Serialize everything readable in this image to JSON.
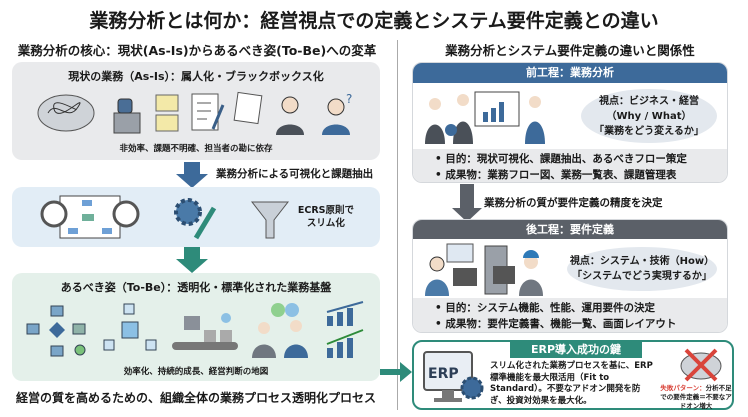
{
  "title": "業務分析とは何か：経営視点での定義とシステム要件定義との違い",
  "left": {
    "heading": "業務分析の核心：現状(As-Is)からあるべき姿(To-Be)への変革",
    "as_is": {
      "title": "現状の業務（As-Is）：属人化・ブラックボックス化",
      "caption": "非効率、課題不明確、担当者の勘に依存",
      "icons": [
        "tangled-cloud-icon",
        "lock-box-icon",
        "sticky-note-icon",
        "checklist-icon",
        "memo-icon",
        "confused-person-icon",
        "question-person-icon"
      ]
    },
    "arrow1_label": "業務分析による可視化と課題抽出",
    "analysis": {
      "label": "ECRS原則で\nスリム化",
      "label_lines": [
        "ECRS原則で",
        "スリム化"
      ],
      "icons": [
        "magnifier-flowchart-icon",
        "gear-broom-icon",
        "funnel-icon"
      ]
    },
    "to_be": {
      "title": "あるべき姿（To-Be）：透明化・標準化された業務基盤",
      "caption": "効率化、持続的成長、経営判断の地図",
      "icons": [
        "flowchart-icon",
        "cube-network-icon",
        "conveyor-robot-icon",
        "handshake-icon",
        "growth-chart-icon"
      ]
    },
    "footer": "経営の質を高めるための、組織全体の業務プロセス透明化プロセス"
  },
  "right": {
    "heading": "業務分析とシステム要件定義の違いと関係性",
    "pre": {
      "title": "前工程：業務分析",
      "bubble": [
        "視点：ビジネス・経営",
        "（Why / What）",
        "「業務をどう変えるか」"
      ],
      "bullets": [
        "目的：現状可視化、課題抽出、あるべきフロー策定",
        "成果物：業務フロー図、業務一覧表、課題管理表"
      ]
    },
    "arrow_label": "業務分析の質が要件定義の精度を決定",
    "post": {
      "title": "後工程：要件定義",
      "bubble": [
        "視点：システム・技術（How）",
        "「システムでどう実現するか」"
      ],
      "bullets": [
        "目的：システム機能、性能、運用要件の決定",
        "成果物：要件定義書、機能一覧、画面レイアウト"
      ]
    },
    "erp": {
      "title": "ERP導入成功の鍵",
      "icon_text": "ERP",
      "body": "スリム化された業務プロセスを基に、ERP標準機能を最大限活用（Fit to Standard）。不要なアドオン開発を防ぎ、投資対効果を最大化。",
      "fail_label": "失敗パターン：",
      "fail_text": "分析不足での要件定義＝不要なアドオン増大"
    }
  },
  "colors": {
    "blue": "#3d6a9a",
    "gray_header": "#5b6068",
    "teal": "#2e8b7a",
    "red": "#d9443a",
    "as_is_bg": "#e9eaec",
    "analysis_bg": "#e2edf6",
    "to_be_bg": "#e4f0ea"
  }
}
